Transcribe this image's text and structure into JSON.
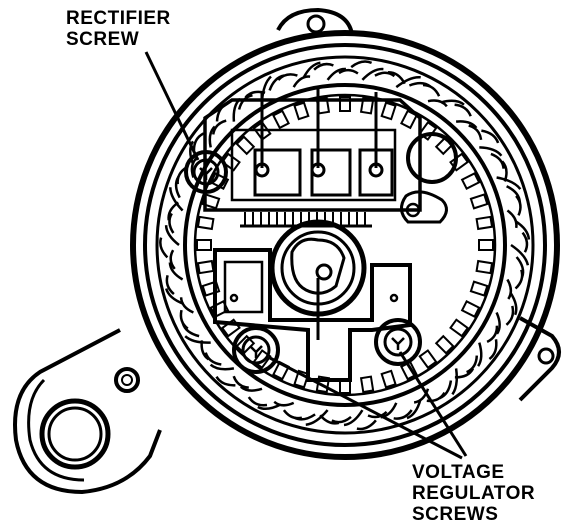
{
  "figure": {
    "subject": "alternator-rear-view",
    "ink_color": "#000000",
    "paper_color": "#ffffff"
  },
  "labels": {
    "rectifier_line1": "RECTIFIER",
    "rectifier_line2": "SCREW",
    "regulator_line1": "VOLTAGE",
    "regulator_line2": "REGULATOR",
    "regulator_line3": "SCREWS"
  }
}
